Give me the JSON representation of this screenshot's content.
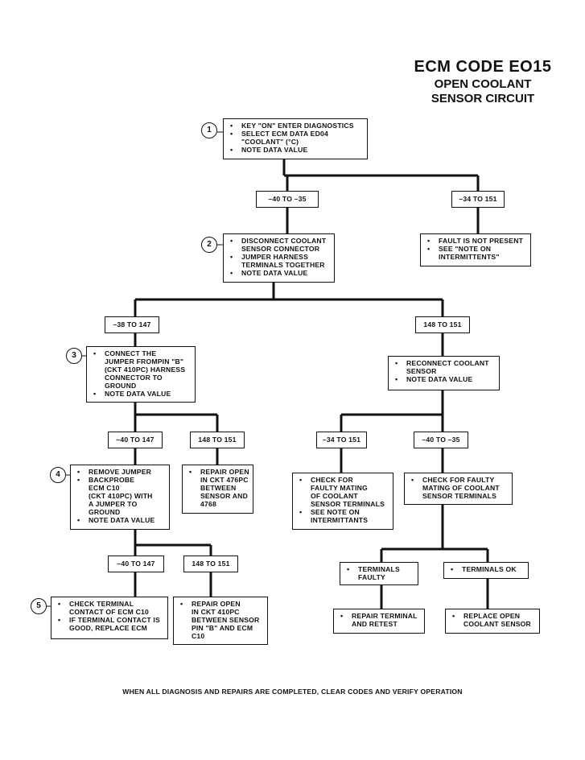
{
  "title": {
    "code": "ECM CODE EO15",
    "line1": "OPEN COOLANT",
    "line2": "SENSOR CIRCUIT"
  },
  "steps": [
    "1",
    "2",
    "3",
    "4",
    "5"
  ],
  "nodes": {
    "s1": [
      "KEY \"ON\" ENTER DIAGNOSTICS",
      "SELECT ECM DATA ED04\n\"COOLANT\" (°C)",
      "NOTE DATA VALUE"
    ],
    "r_a1": "–40 TO –35",
    "r_a2": "–34 TO 151",
    "fault_not_present": [
      "FAULT IS NOT PRESENT",
      "SEE \"NOTE ON\nINTERMITTENTS\""
    ],
    "s2": [
      "DISCONNECT COOLANT\nSENSOR CONNECTOR",
      "JUMPER HARNESS\nTERMINALS TOGETHER",
      "NOTE DATA VALUE"
    ],
    "r_b1": "–38 TO 147",
    "r_b2": "148 TO 151",
    "s3": [
      "CONNECT THE\nJUMPER FROMPIN \"B\"\n(CKT 410PC) HARNESS\nCONNECTOR TO\nGROUND",
      "NOTE DATA VALUE"
    ],
    "reconnect": [
      "RECONNECT COOLANT\nSENSOR",
      "NOTE DATA VALUE"
    ],
    "r_c1": "–40 TO 147",
    "r_c2": "148 TO 151",
    "r_c3": "–34 TO 151",
    "r_c4": "–40 TO –35",
    "s4": [
      "REMOVE JUMPER",
      "BACKPROBE\nECM C10\n(CKT 410PC) WITH\nA JUMPER TO\nGROUND",
      "NOTE DATA VALUE"
    ],
    "repair_476": [
      "REPAIR OPEN\nIN CKT 476PC\nBETWEEN\nSENSOR AND\n4768"
    ],
    "check_faulty_mating": [
      "CHECK FOR\nFAULTY MATING\nOF COOLANT\nSENSOR TERMINALS",
      "SEE NOTE ON\nINTERMITTANTS"
    ],
    "check_mating": [
      "CHECK FOR FAULTY\nMATING OF COOLANT\nSENSOR TERMINALS"
    ],
    "r_d1": "–40 TO 147",
    "r_d2": "148 TO 151",
    "terminals_faulty": [
      "TERMINALS\nFAULTY"
    ],
    "terminals_ok": [
      "TERMINALS OK"
    ],
    "s5": [
      "CHECK TERMINAL\nCONTACT OF ECM C10",
      "IF TERMINAL CONTACT IS\nGOOD, REPLACE ECM"
    ],
    "repair_410": [
      "REPAIR OPEN\nIN CKT 410PC\nBETWEEN SENSOR\nPIN \"B\" AND ECM\nC10"
    ],
    "repair_retest": [
      "REPAIR TERMINAL\nAND RETEST"
    ],
    "replace_sensor": [
      "REPLACE OPEN\nCOOLANT SENSOR"
    ]
  },
  "footer": "WHEN ALL DIAGNOSIS AND REPAIRS ARE COMPLETED, CLEAR CODES AND VERIFY OPERATION"
}
